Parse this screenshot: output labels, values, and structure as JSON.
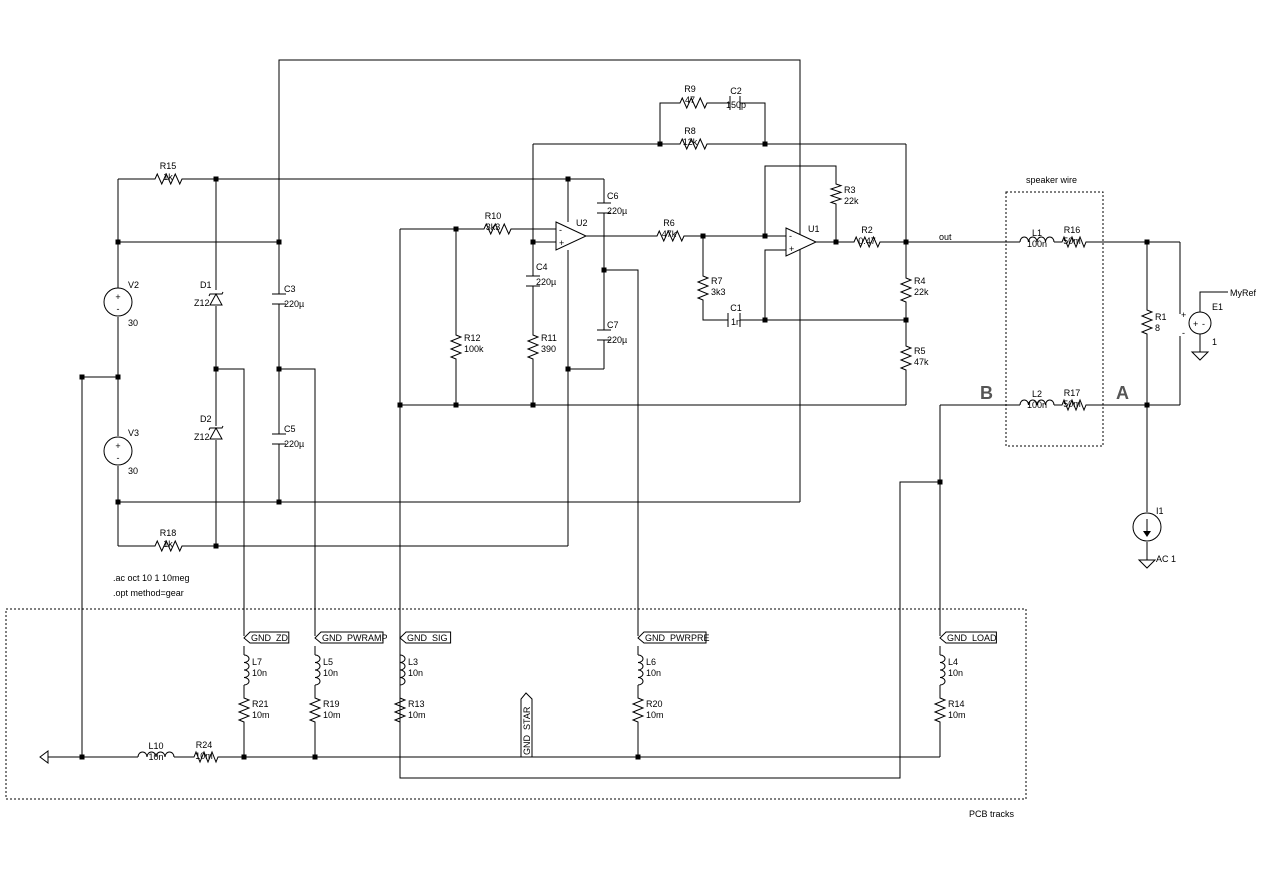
{
  "directives": [
    ".ac oct 10 1 10meg",
    ".opt method=gear"
  ],
  "boxes": {
    "speaker": "speaker wire",
    "pcb": "PCB tracks"
  },
  "nets": {
    "out": "out",
    "myref": "MyRef",
    "node_a": "A",
    "node_b": "B"
  },
  "flags": [
    "GND_ZD",
    "GND_PWRAMP",
    "GND_SIG",
    "GND_PWRPRE",
    "GND_LOAD",
    "GND_STAR"
  ],
  "sources": {
    "V2": {
      "name": "V2",
      "value": "30"
    },
    "V3": {
      "name": "V3",
      "value": "30"
    },
    "E1": {
      "name": "E1",
      "value": "1"
    },
    "I1": {
      "name": "I1",
      "value": "AC 1"
    }
  },
  "opamps": {
    "U1": "U1",
    "U2": "U2"
  },
  "components": {
    "R1": {
      "name": "R1",
      "value": "8"
    },
    "R2": {
      "name": "R2",
      "value": "0.47"
    },
    "R3": {
      "name": "R3",
      "value": "22k"
    },
    "R4": {
      "name": "R4",
      "value": "22k"
    },
    "R5": {
      "name": "R5",
      "value": "47k"
    },
    "R6": {
      "name": "R6",
      "value": "47k"
    },
    "R7": {
      "name": "R7",
      "value": "3k3"
    },
    "R8": {
      "name": "R8",
      "value": "12k"
    },
    "R9": {
      "name": "R9",
      "value": "47"
    },
    "R10": {
      "name": "R10",
      "value": "3k3"
    },
    "R11": {
      "name": "R11",
      "value": "390"
    },
    "R12": {
      "name": "R12",
      "value": "100k"
    },
    "R13": {
      "name": "R13",
      "value": "10m"
    },
    "R14": {
      "name": "R14",
      "value": "10m"
    },
    "R15": {
      "name": "R15",
      "value": "1k"
    },
    "R16": {
      "name": "R16",
      "value": "50m"
    },
    "R17": {
      "name": "R17",
      "value": "50m"
    },
    "R18": {
      "name": "R18",
      "value": "1k"
    },
    "R19": {
      "name": "R19",
      "value": "10m"
    },
    "R20": {
      "name": "R20",
      "value": "10m"
    },
    "R21": {
      "name": "R21",
      "value": "10m"
    },
    "R24": {
      "name": "R24",
      "value": "10m"
    },
    "C1": {
      "name": "C1",
      "value": "1n"
    },
    "C2": {
      "name": "C2",
      "value": "150p"
    },
    "C3": {
      "name": "C3",
      "value": "220µ"
    },
    "C4": {
      "name": "C4",
      "value": "220µ"
    },
    "C5": {
      "name": "C5",
      "value": "220µ"
    },
    "C6": {
      "name": "C6",
      "value": "220µ"
    },
    "C7": {
      "name": "C7",
      "value": "220µ"
    },
    "L1": {
      "name": "L1",
      "value": "100n"
    },
    "L2": {
      "name": "L2",
      "value": "100n"
    },
    "L3": {
      "name": "L3",
      "value": "10n"
    },
    "L4": {
      "name": "L4",
      "value": "10n"
    },
    "L5": {
      "name": "L5",
      "value": "10n"
    },
    "L6": {
      "name": "L6",
      "value": "10n"
    },
    "L7": {
      "name": "L7",
      "value": "10n"
    },
    "L10": {
      "name": "L10",
      "value": "10n"
    },
    "D1": {
      "name": "D1",
      "value": "Z12"
    },
    "D2": {
      "name": "D2",
      "value": "Z12"
    }
  }
}
